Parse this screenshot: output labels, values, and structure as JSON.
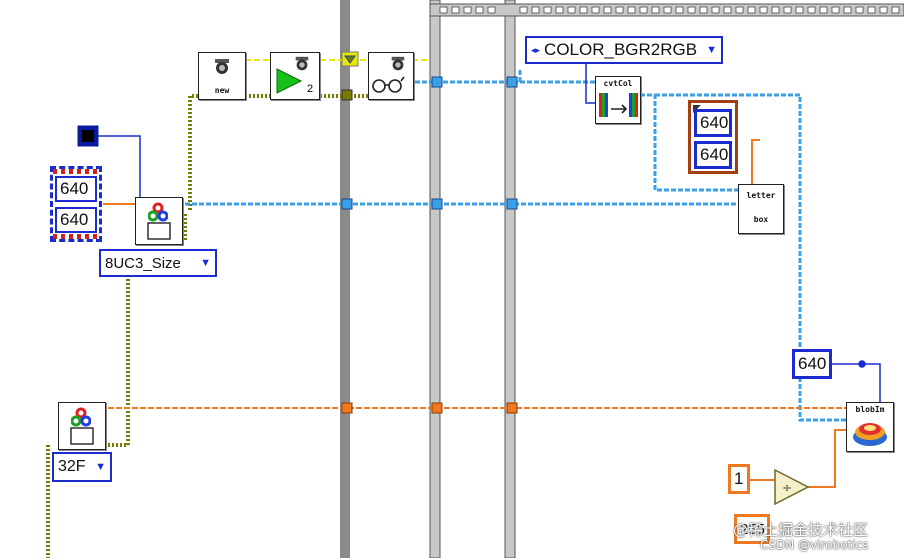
{
  "nodes": {
    "new_label": "new",
    "run_count": "2",
    "cvt_label": "cvtCol",
    "letter_label_1": "letter",
    "letter_label_2": "box",
    "blob_label": "blobIm"
  },
  "enums": {
    "color_conversion": "COLOR_BGR2RGB",
    "mat_type_1": "8UC3_Size",
    "mat_type_2": "32F"
  },
  "constants": {
    "size_left_w": "640",
    "size_left_h": "640",
    "size_right_w": "640",
    "size_right_h": "640",
    "blob_size": "640",
    "scale_numerator": "1",
    "scale_denominator": "255"
  },
  "watermark": {
    "line1": "@稀土掘金技术社区",
    "line2": "CSDN @virobotics"
  },
  "colors": {
    "image_wire": "#3aa0e8",
    "number_wire": "#f07820",
    "cluster_wire": "#7a7a00",
    "ref_wire": "#e8e800",
    "enum_border": "#1a2ccf",
    "frame_gray": "#8a8a8a"
  }
}
